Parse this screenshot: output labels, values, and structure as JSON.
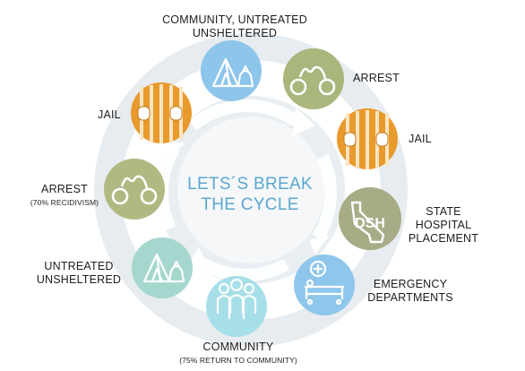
{
  "center": {
    "line1": "LETS´S BREAK",
    "line2": "THE CYCLE"
  },
  "stages": [
    {
      "id": "community-untreated-unsheltered",
      "label_lines": [
        "COMMUNITY, UNTREATED",
        "UNSHELTERED"
      ],
      "icon": "tent-and-bag-icon",
      "color": "#8ec5ea"
    },
    {
      "id": "arrest-top",
      "label_lines": [
        "ARREST"
      ],
      "icon": "handcuffs-icon",
      "color": "#a9b67c"
    },
    {
      "id": "jail-right",
      "label_lines": [
        "JAIL"
      ],
      "icon": "jail-bars-icon",
      "color": "#e89a2c"
    },
    {
      "id": "state-hospital-placement",
      "label_lines": [
        "STATE",
        "HOSPITAL",
        "PLACEMENT"
      ],
      "icon": "california-dsh-icon",
      "icon_text": "DSH",
      "color": "#a7ac86"
    },
    {
      "id": "emergency-departments",
      "label_lines": [
        "EMERGENCY",
        "DEPARTMENTS"
      ],
      "icon": "hospital-bed-icon",
      "color": "#8fc6eb"
    },
    {
      "id": "community",
      "label_lines": [
        "COMMUNITY"
      ],
      "sub": "(75% RETURN TO COMMUNITY)",
      "icon": "people-group-icon",
      "color": "#a6dfe8"
    },
    {
      "id": "untreated-unsheltered",
      "label_lines": [
        "UNTREATED",
        "UNSHELTERED"
      ],
      "icon": "tent-and-bag-icon",
      "color": "#a5d7cf"
    },
    {
      "id": "arrest-left",
      "label_lines": [
        "ARREST"
      ],
      "sub": "(70% RECIDIVISM)",
      "icon": "handcuffs-icon",
      "color": "#b1b982"
    },
    {
      "id": "jail-left",
      "label_lines": [
        "JAIL"
      ],
      "icon": "jail-bars-icon",
      "color": "#e99a2d"
    }
  ]
}
